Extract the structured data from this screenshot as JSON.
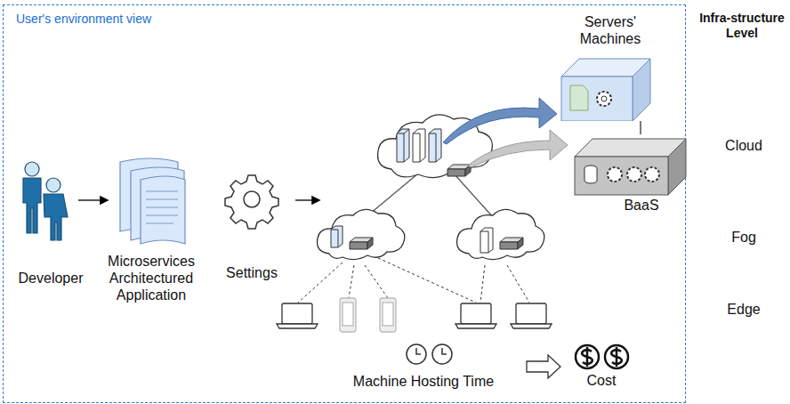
{
  "diagram": {
    "nodes": [
      {
        "text": [
          "User's environment view"
        ]
      },
      {
        "text": [
          "Servers' Machines"
        ],
        "in": 0
      },
      {
        "text": [
          "BaaS"
        ],
        "in": 0
      }
    ],
    "edges": [
      {
        "from": 1,
        "to": 2,
        "arrow": "none"
      }
    ],
    "labels": [
      "Infra-structure Level",
      "Cloud",
      "Fog",
      "Edge",
      "Developer",
      "Microservices Architectured Application",
      "Settings",
      "Machine Hosting Time",
      "Cost"
    ]
  }
}
